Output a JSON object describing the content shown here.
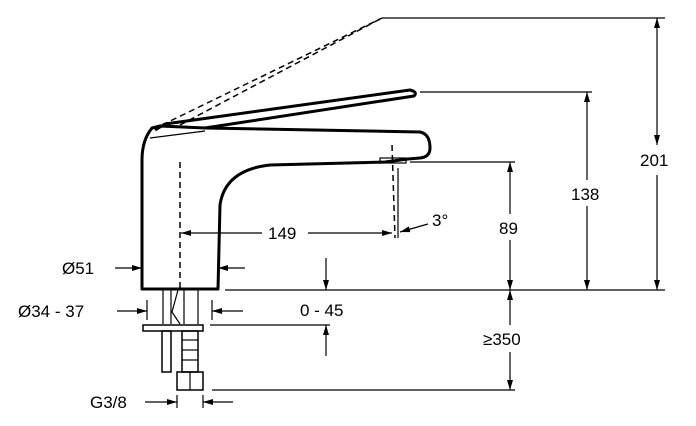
{
  "dimensions": {
    "total_height": "201",
    "handle_height": "138",
    "spout_height": "89",
    "projection": "149",
    "spout_angle": "3°",
    "body_diameter": "Ø51",
    "hole_diameter": "Ø34 - 37",
    "deck_thickness": "0 - 45",
    "clearance": "≥350",
    "connection": "G3/8"
  }
}
